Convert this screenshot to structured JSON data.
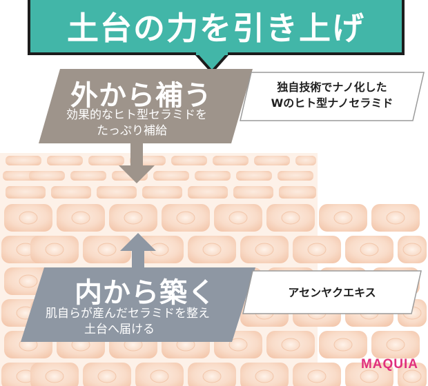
{
  "headline": "土台の力を引き上げ",
  "outer": {
    "title": "外から補う",
    "description_line1": "効果的なヒト型セラミドを",
    "description_line2": "たっぷり補給",
    "detail_line1": "独自技術でナノ化した",
    "detail_line2": "Wのヒト型ナノセラミド"
  },
  "inner": {
    "title": "内から築く",
    "description_line1": "肌自らが産んだセラミドを整え",
    "description_line2": "土台へ届ける",
    "detail": "アセンヤクエキス"
  },
  "brand": "MAQUIA",
  "colors": {
    "headline_bg": "#42b6a8",
    "outer_bar": "#9e948b",
    "inner_bar": "#8e97a3",
    "skin_cell": "#f7d3bd",
    "brand": "#e0307e"
  }
}
